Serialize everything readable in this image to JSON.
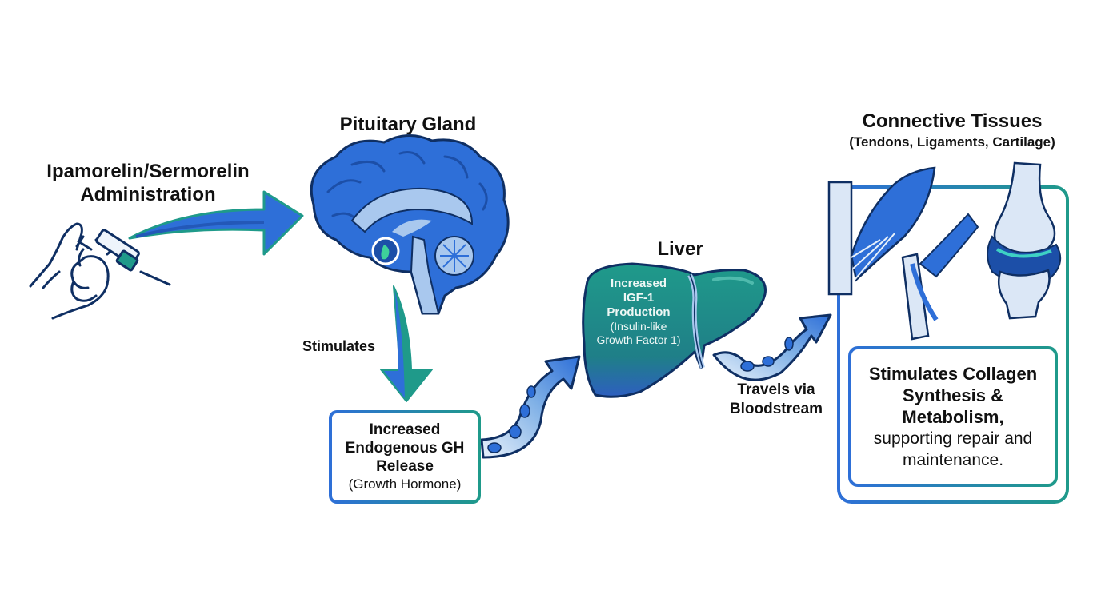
{
  "diagram": {
    "administration": {
      "title_line1": "Ipamorelin/Sermorelin",
      "title_line2": "Administration",
      "icon": "hand-syringe-icon"
    },
    "pituitary": {
      "title": "Pituitary Gland",
      "icon": "brain-icon",
      "arrow_label": "Stimulates"
    },
    "gh_release": {
      "line1": "Increased",
      "line2": "Endogenous GH",
      "line3": "Release",
      "sub": "(Growth Hormone)"
    },
    "liver": {
      "title": "Liver",
      "icon": "liver-icon",
      "line1": "Increased",
      "line2": "IGF-1",
      "line3": "Production",
      "sub1": "(Insulin-like",
      "sub2": "Growth Factor 1)"
    },
    "bloodstream": {
      "line1": "Travels via",
      "line2": "Bloodstream"
    },
    "connective": {
      "title": "Connective Tissues",
      "subtitle": "(Tendons, Ligaments, Cartilage)",
      "icons": [
        "tendon-icon",
        "ligament-icon",
        "knee-joint-icon"
      ],
      "effect_line1": "Stimulates Collagen",
      "effect_line2": "Synthesis &",
      "effect_line3": "Metabolism,",
      "effect_line4": "supporting repair and",
      "effect_line5": "maintenance."
    },
    "colors": {
      "blue": "#2e6fd8",
      "teal": "#1f9a8a",
      "navy": "#0f2f63",
      "light_blue": "#a9c8ee"
    }
  }
}
